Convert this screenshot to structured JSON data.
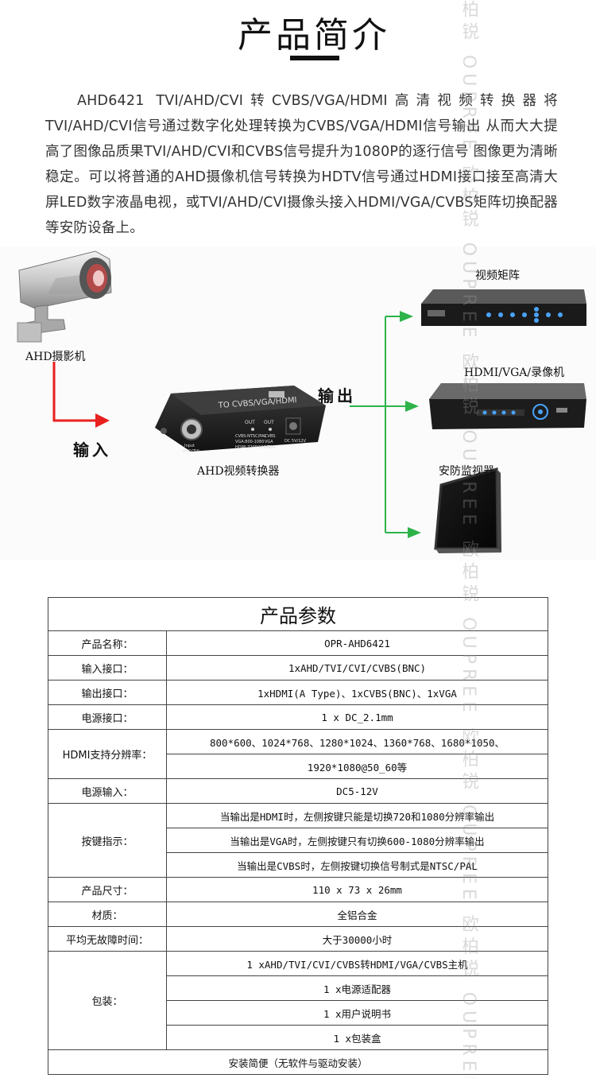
{
  "title": "产品简介",
  "intro": "AHD6421 TVI/AHD/CVI转CVBS/VGA/HDMI高清视频转换器将TVI/AHD/CVI信号通过数字化处理转换为CVBS/VGA/HDMI信号输出 从而大大提高了图像品质果TVI/AHD/CVI和CVBS信号提升为1080P的逐行信号 图像更为清晰稳定。可以将普通的AHD摄像机信号转换为HDTV信号通过HDMI接口接至高清大屏LED数字液晶电视，或TVI/AHD/CVI摄像头接入HDMI/VGA/CVBS矩阵切换配器等安防设备上。",
  "watermark": "柏锐 OUPREE 欧柏锐 OUPREE 欧柏锐 OUPREE 欧柏锐 OUPREE 欧柏锐 OUPREE 欧柏锐 OUPREE",
  "diagram": {
    "camera_label": "AHD摄影机",
    "input_label": "输入",
    "output_label": "输出",
    "converter_label": "AHD视频转换器",
    "matrix_label": "视频矩阵",
    "recorder_label": "HDMI/VGA/录像机",
    "monitor_label": "安防监视器",
    "device_top_text": "TO CVBS/VGA/HDMI",
    "device_ports": {
      "input": "Input\nAHD/TVI\nCVI/CVBS",
      "out1": "OUT",
      "out2": "OUT",
      "out1_sub": "CVBS:NTSC/PAL\nVGA:800-1080\nHDMI:720P/1080P",
      "out2_sub": "CVBS\nVGA\nHDMI",
      "dc": "DC 5V/12V"
    },
    "colors": {
      "input_arrow": "#e8201e",
      "output_arrow": "#2db34a"
    }
  },
  "spec": {
    "heading": "产品参数",
    "rows": [
      {
        "label": "产品名称：",
        "values": [
          "OPR-AHD6421"
        ]
      },
      {
        "label": "输入接口：",
        "values": [
          "1xAHD/TVI/CVI/CVBS(BNC)"
        ]
      },
      {
        "label": "输出接口：",
        "values": [
          "1xHDMI(A Type)、1xCVBS(BNC)、1xVGA"
        ]
      },
      {
        "label": "电源接口：",
        "values": [
          "1 x DC_2.1mm"
        ]
      },
      {
        "label": "HDMI支持分辨率：",
        "values": [
          "800*600、1024*768、1280*1024、1360*768、1680*1050、",
          "1920*1080@50_60等"
        ]
      },
      {
        "label": "电源输入：",
        "values": [
          "DC5-12V"
        ]
      },
      {
        "label": "按键指示：",
        "values": [
          "当输出是HDMI时，左侧按键只能是切换720和1080分辨率输出",
          "当输出是VGA时，左侧按键只有切换600-1080分辨率输出",
          "当输出是CVBS时，左侧按键切换信号制式是NTSC/PAL"
        ]
      },
      {
        "label": "产品尺寸：",
        "values": [
          "110 x 73 x 26mm"
        ]
      },
      {
        "label": "材质：",
        "values": [
          "全铝合金"
        ]
      },
      {
        "label": "平均无故障时间：",
        "values": [
          "大于30000小时"
        ]
      },
      {
        "label": "包装：",
        "values": [
          "1 xAHD/TVI/CVI/CVBS转HDMI/VGA/CVBS主机",
          "1 x电源适配器",
          "1 x用户说明书",
          "1 x包装盒"
        ]
      }
    ],
    "footer": "安装简便（无软件与驱动安装）"
  }
}
